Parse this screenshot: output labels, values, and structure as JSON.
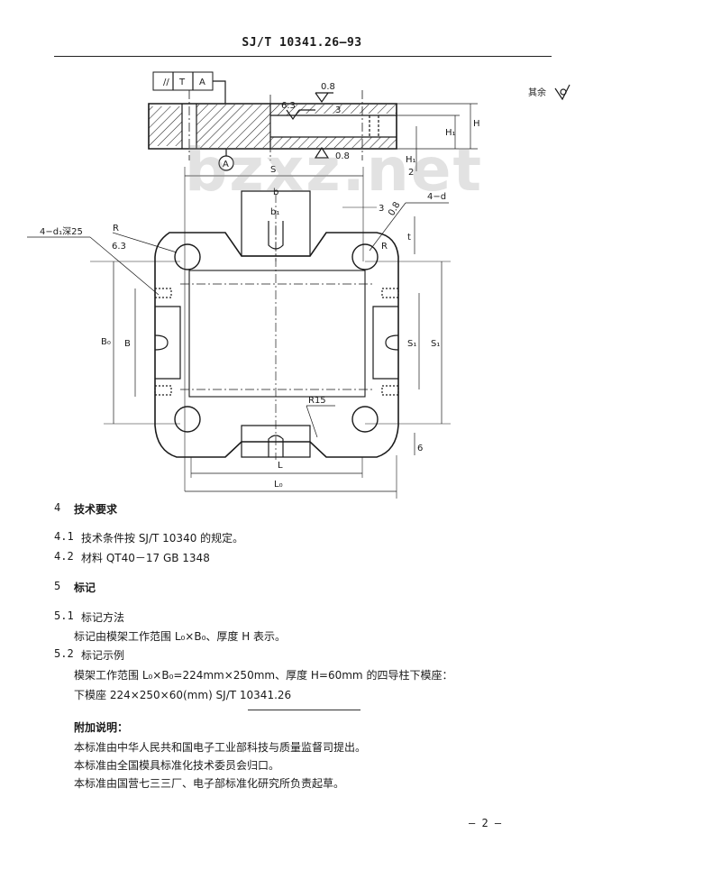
{
  "header": {
    "code": "SJ/T 10341.26—93"
  },
  "watermark": "bzxz.net",
  "drawing": {
    "tolerance_frame": [
      "//",
      "T",
      "A"
    ],
    "roughness_top": "0.8",
    "roughness_mid": "6.3",
    "roughness_bottom": "0.8",
    "roughness_hole": "6.3",
    "rest_label": "其余",
    "datum": "A",
    "dim": {
      "S": "S",
      "b": "b",
      "b1": "b₁",
      "t": "t",
      "three_top": "3",
      "three_side": "3",
      "four_d": "4−d",
      "four_d1": "4−d₁深25",
      "R_left": "R",
      "R_right": "R",
      "B0": "B₀",
      "B": "B",
      "S1": "S₁",
      "S1b": "S₁",
      "R15": "R15",
      "six": "6",
      "L": "L",
      "L0": "L₀",
      "H": "H",
      "H1": "H₁",
      "H1_2_num": "H₁",
      "H1_2_den": "2",
      "zero8_side": "0.8"
    }
  },
  "sections": [
    {
      "num": "4",
      "title": "技术要求"
    },
    {
      "num": "4.1",
      "text": "技术条件按 SJ/T 10340 的规定。"
    },
    {
      "num": "4.2",
      "text": "材料 QT40－17    GB 1348"
    },
    {
      "num": "5",
      "title": "标记"
    },
    {
      "num": "5.1",
      "title": "标记方法",
      "text": "标记由模架工作范围 L₀×B₀、厚度 H 表示。"
    },
    {
      "num": "5.2",
      "title": "标记示例",
      "text1": "模架工作范围 L₀×B₀=224mm×250mm、厚度 H=60mm 的四导柱下模座：",
      "text2": "下模座 224×250×60(mm)   SJ/T 10341.26"
    }
  ],
  "appendix": {
    "title": "附加说明：",
    "lines": [
      "本标准由中华人民共和国电子工业部科技与质量监督司提出。",
      "本标准由全国模具标准化技术委员会归口。",
      "本标准由国营七三三厂、电子部标准化研究所负责起草。"
    ]
  },
  "page_number": "— 2 —"
}
